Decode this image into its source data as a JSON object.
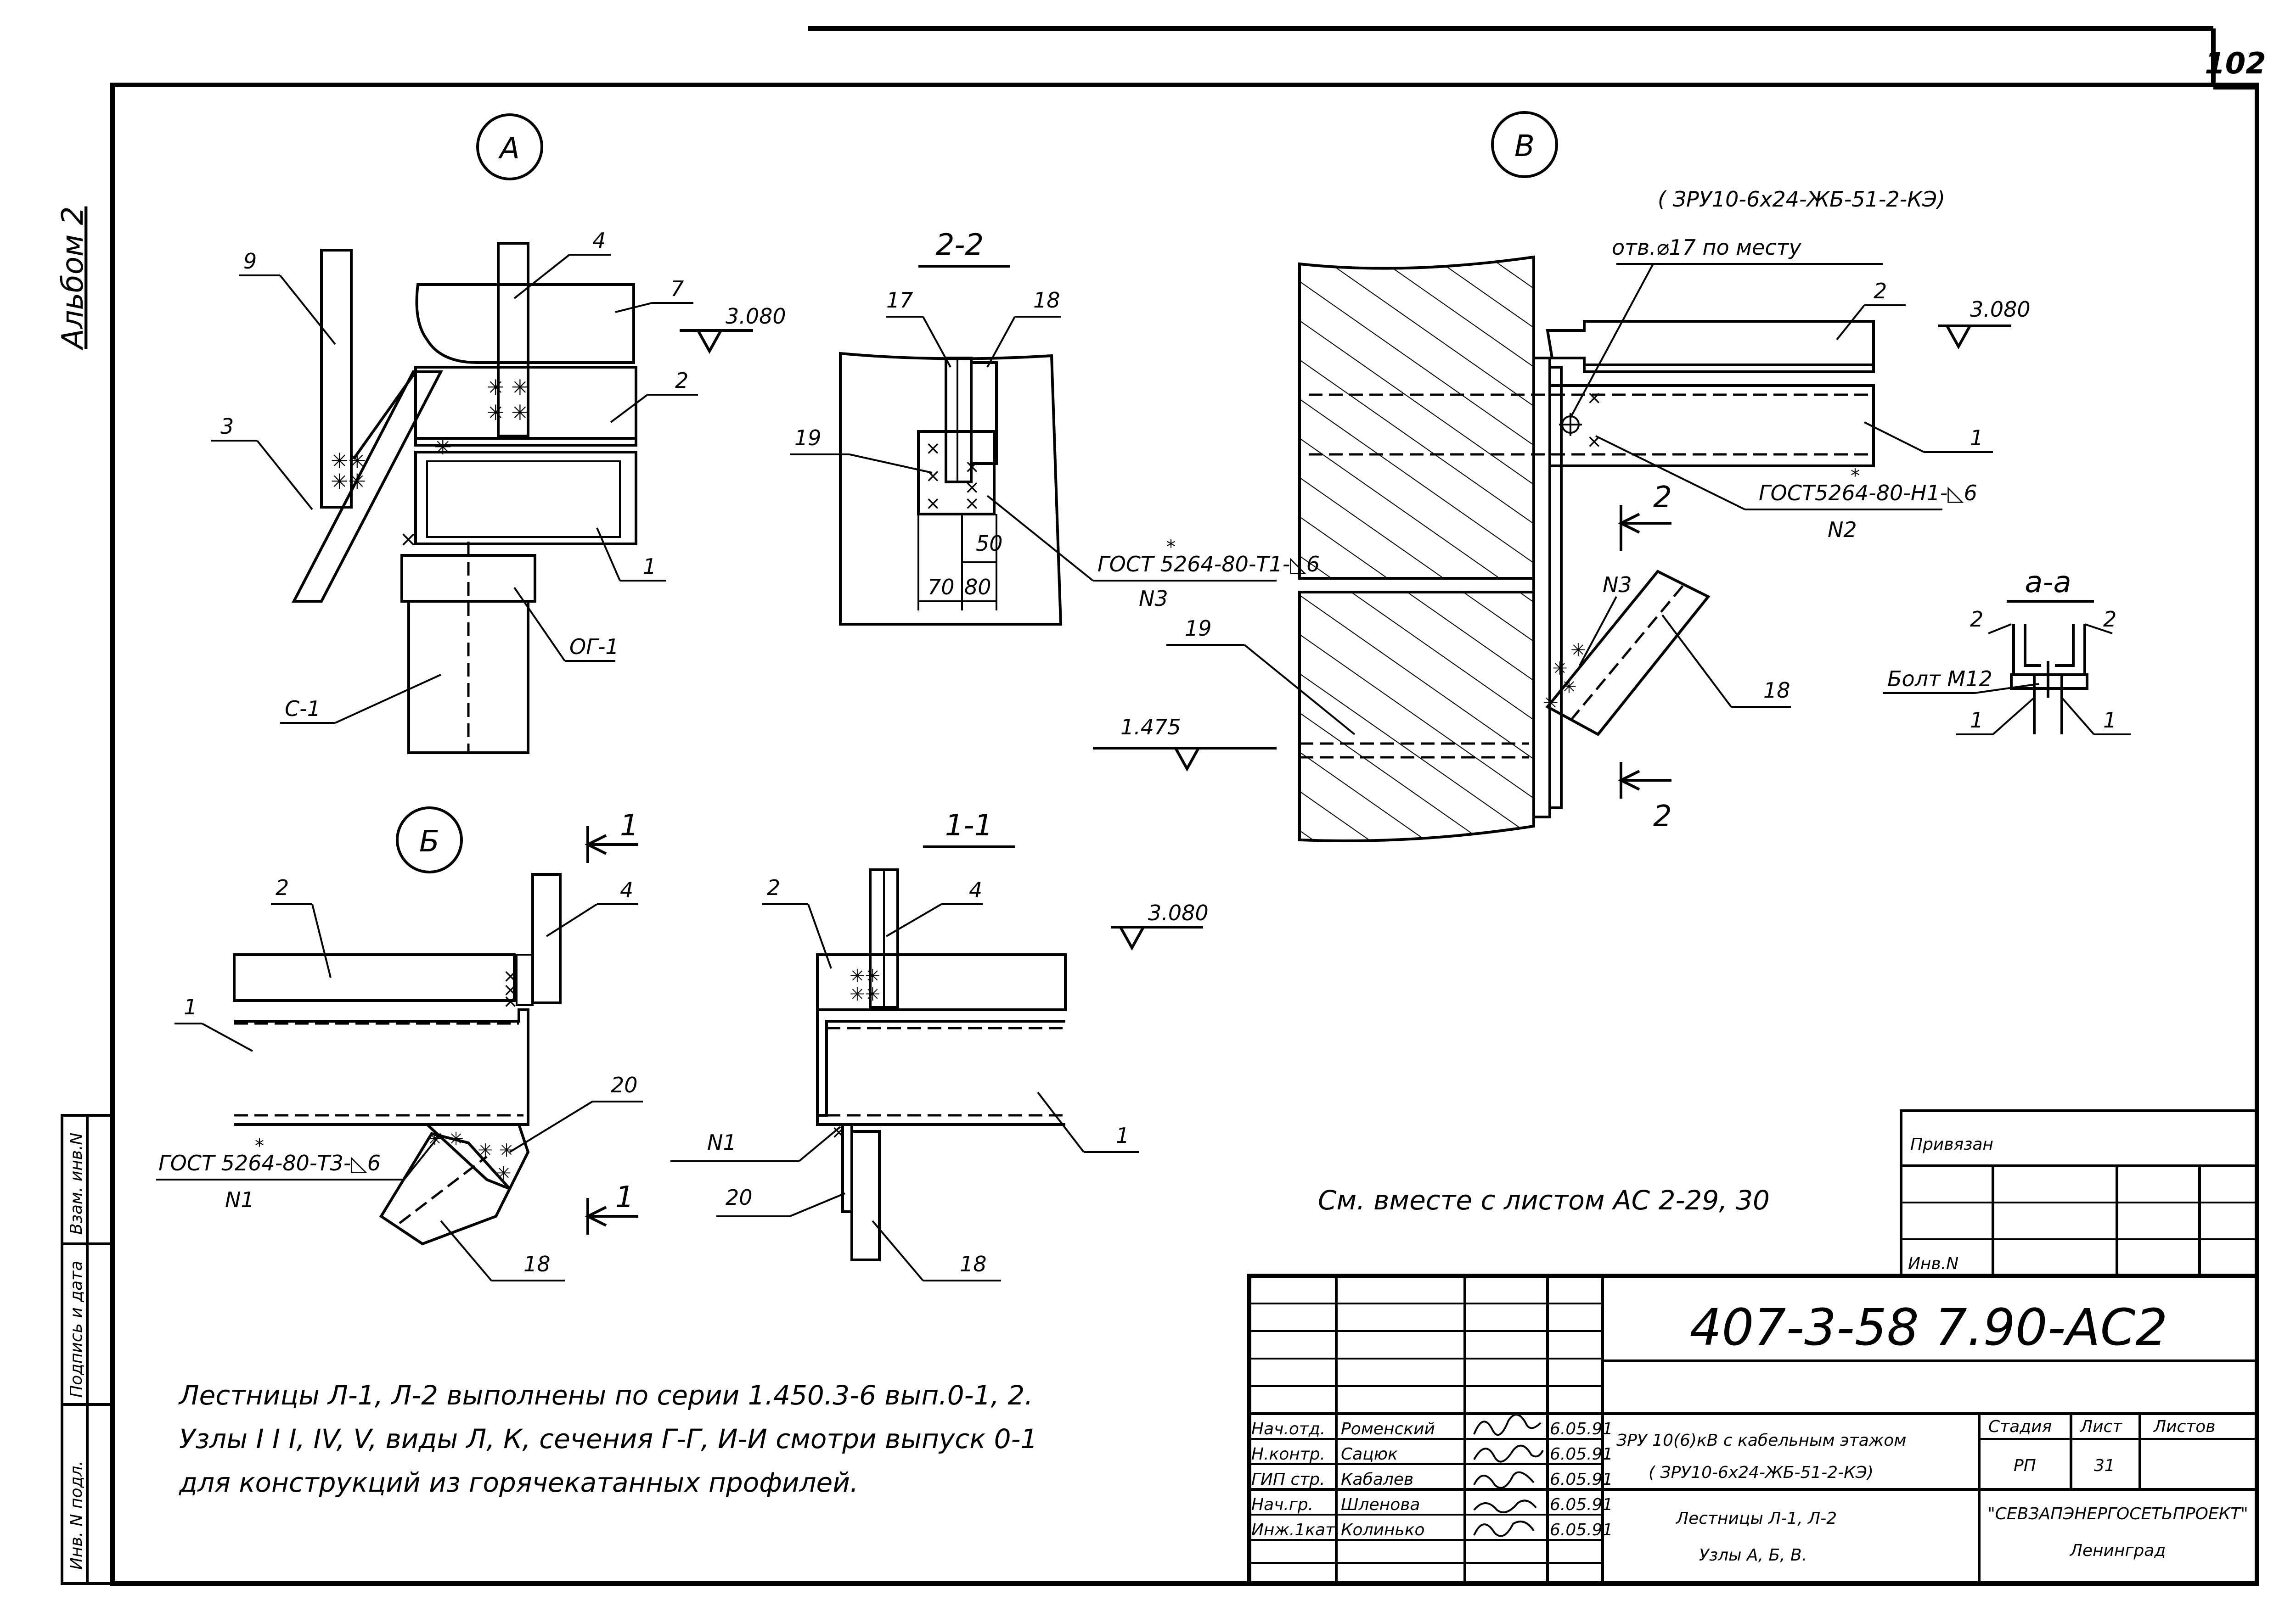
{
  "sheet": {
    "page_number": "102",
    "album": "Альбом 2"
  },
  "nodes": {
    "a": {
      "title": "А",
      "level": "3.080",
      "labels": [
        "9",
        "4",
        "7",
        "3",
        "2",
        "1",
        "ОГ-1",
        "С-1"
      ]
    },
    "section_22": {
      "title": "2-2",
      "labels": [
        "17",
        "18",
        "19"
      ],
      "weld": "ГОСТ 5264-80-Т1-◺6",
      "weld_mark": "*",
      "weld_sub": "N3",
      "dims": [
        "50",
        "70",
        "80"
      ]
    },
    "v": {
      "title": "В",
      "subtitle": "( ЗРУ10-6х24-ЖБ-51-2-КЭ)",
      "hole": "отв.⌀17 по месту",
      "level_top": "3.080",
      "level_bottom": "1.475",
      "labels": [
        "2",
        "1",
        "19",
        "18",
        "N3"
      ],
      "weld": "ГОСТ5264-80-Н1-◺6",
      "weld_mark": "*",
      "weld_sub": "N2",
      "section_mark": "2"
    },
    "section_aa": {
      "title": "а-а",
      "bolt": "Болт М12",
      "labels": [
        "2",
        "2",
        "1",
        "1"
      ]
    },
    "b": {
      "title": "Б",
      "labels": [
        "2",
        "4",
        "1",
        "20",
        "18"
      ],
      "weld": "ГОСТ 5264-80-Т3-◺6",
      "weld_mark": "*",
      "weld_sub": "N1",
      "section_mark": "1"
    },
    "section_11": {
      "title": "1-1",
      "level": "3.080",
      "labels": [
        "2",
        "4",
        "1",
        "N1",
        "20",
        "18"
      ]
    }
  },
  "see_also": "См. вместе с листом АС 2-29, 30",
  "notes": [
    "Лестницы Л-1, Л-2 выполнены по серии 1.450.3-6 вып.0-1, 2.",
    "Узлы I I I, IV, V, виды Л, К, сечения Г-Г, И-И смотри выпуск 0-1",
    "для конструкций из горячекатанных профилей."
  ],
  "side_stamp": {
    "fields": [
      "Взам. инв.N",
      "Подпись и дата",
      "Инв. N подл."
    ]
  },
  "binding_table": {
    "header": "Привязан",
    "inv": "Инв.N"
  },
  "title_block": {
    "code": "407-3-58 7.90-АС2",
    "project_line1": "ЗРУ 10(6)кВ с кабельным этажом",
    "project_line2": "( ЗРУ10-6х24-ЖБ-51-2-КЭ)",
    "sheet_title_line1": "Лестницы Л-1, Л-2",
    "sheet_title_line2": "Узлы А, Б, В.",
    "stage_label": "Стадия",
    "sheet_label": "Лист",
    "sheets_label": "Листов",
    "stage": "РП",
    "sheet_no": "31",
    "organization": "\"СЕВЗАПЭНЕРГОСЕТЬПРОЕКТ\"",
    "city": "Ленинград",
    "staff": [
      {
        "role": "Нач.отд.",
        "name": "Роменский",
        "date": "6.05.91"
      },
      {
        "role": "Н.контр.",
        "name": "Сацюк",
        "date": "6.05.91"
      },
      {
        "role": "ГИП стр.",
        "name": "Кабалев",
        "date": "6.05.91"
      },
      {
        "role": "Нач.гр.",
        "name": "Шленова",
        "date": "6.05.91"
      },
      {
        "role": "Инж.1кат.",
        "name": "Колинько",
        "date": "6.05.91"
      }
    ]
  }
}
